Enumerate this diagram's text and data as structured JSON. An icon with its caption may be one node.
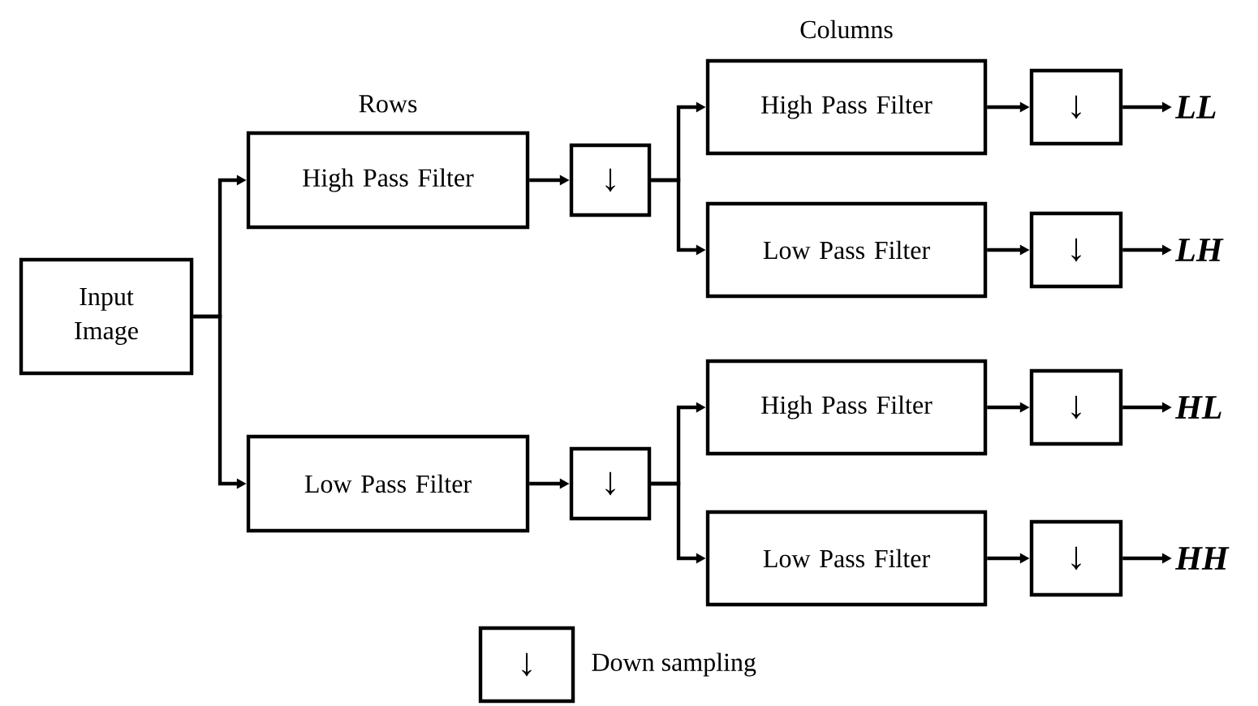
{
  "diagram": {
    "nodes": [
      {
        "text": [
          "Input Image"
        ]
      },
      {
        "text": [
          "High Pass Filter"
        ]
      },
      {
        "text": [
          "↓"
        ]
      },
      {
        "text": [
          "Low Pass Filter"
        ]
      },
      {
        "text": [
          "↓"
        ]
      },
      {
        "text": [
          "High Pass Filter"
        ]
      },
      {
        "text": [
          "↓"
        ]
      },
      {
        "text": [
          "LL"
        ]
      },
      {
        "text": [
          "Low Pass Filter"
        ]
      },
      {
        "text": [
          "↓"
        ]
      },
      {
        "text": [
          "LH"
        ]
      },
      {
        "text": [
          "High Pass Filter"
        ]
      },
      {
        "text": [
          "↓"
        ]
      },
      {
        "text": [
          "HL"
        ]
      },
      {
        "text": [
          "Low Pass Filter"
        ]
      },
      {
        "text": [
          "↓"
        ]
      },
      {
        "text": [
          "HH"
        ]
      },
      {
        "text": [
          "↓"
        ],
        "beside": [
          "Down sampling"
        ]
      }
    ],
    "edges": [
      {
        "from": 0,
        "to": 1,
        "arrow": "to"
      },
      {
        "from": 0,
        "to": 3,
        "arrow": "to"
      },
      {
        "from": 1,
        "to": 2,
        "arrow": "to"
      },
      {
        "from": 3,
        "to": 4,
        "arrow": "to"
      },
      {
        "from": 2,
        "to": 5,
        "arrow": "to"
      },
      {
        "from": 2,
        "to": 8,
        "arrow": "to"
      },
      {
        "from": 4,
        "to": 11,
        "arrow": "to"
      },
      {
        "from": 4,
        "to": 14,
        "arrow": "to"
      },
      {
        "from": 5,
        "to": 6,
        "arrow": "to"
      },
      {
        "from": 6,
        "to": 7,
        "arrow": "to"
      },
      {
        "from": 8,
        "to": 9,
        "arrow": "to"
      },
      {
        "from": 9,
        "to": 10,
        "arrow": "to"
      },
      {
        "from": 11,
        "to": 12,
        "arrow": "to"
      },
      {
        "from": 12,
        "to": 13,
        "arrow": "to"
      },
      {
        "from": 14,
        "to": 15,
        "arrow": "to"
      },
      {
        "from": 15,
        "to": 16,
        "arrow": "to"
      }
    ],
    "labels": [
      "Rows",
      "Columns"
    ]
  }
}
